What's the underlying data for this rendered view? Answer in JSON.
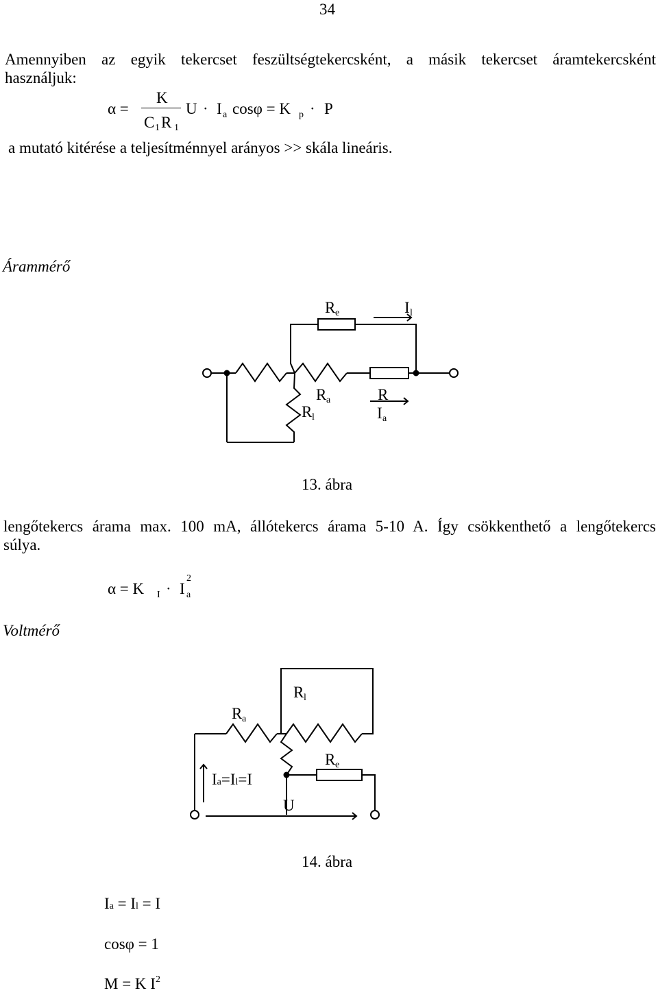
{
  "page_number": "34",
  "intro": {
    "line1": "Amennyiben az egyik tekercset feszültségtekercsként, a másik tekercset áramtekercsként",
    "line2": "használjuk:"
  },
  "formula1": {
    "alpha": "α =",
    "numerator": "K",
    "denominator_c": "C",
    "denominator_c_sub": "1",
    "denominator_r": "R",
    "denominator_r_sub": "1",
    "rhs_u": "U",
    "dot": "·",
    "rhs_i": "I",
    "rhs_i_sub": "a",
    "rhs_cos": "cosφ = K",
    "rhs_k_sub": "p",
    "rhs_p": "P"
  },
  "conclusion": "a mutató kitérése a teljesítménnyel arányos >> skála lineáris.",
  "ammeter": {
    "heading": "Árammérő",
    "labels": {
      "re": "R",
      "re_sub": "e",
      "il": "I",
      "il_sub": "l",
      "ra": "R",
      "ra_sub": "a",
      "r": "R",
      "rl": "R",
      "rl_sub": "l",
      "ia": "I",
      "ia_sub": "a"
    },
    "caption": "13. ábra"
  },
  "paragraph2": {
    "line1": "lengőtekercs árama max. 100 mA, állótekercs árama 5-10 A. Így csökkenthető a lengőtekercs",
    "line2": "súlya."
  },
  "formula2": {
    "alpha": "α = K",
    "k_sub": "I",
    "dot": "·",
    "i": "I",
    "i_sub": "a",
    "i_sup": "2"
  },
  "voltmeter": {
    "heading": "Voltmérő",
    "labels": {
      "rl": "R",
      "rl_sub": "l",
      "ra": "R",
      "ra_sub": "a",
      "re": "R",
      "re_sub": "e",
      "current": "I",
      "current_a": "a",
      "current_eq1": "=I",
      "current_l": "l",
      "current_eq2": "=I",
      "u": "U"
    },
    "caption": "14. ábra"
  },
  "equations": {
    "eq1_i": "I",
    "eq1_a": "a",
    "eq1_mid": " = I",
    "eq1_l": "l",
    "eq1_end": " = I",
    "eq2": "cosφ = 1",
    "eq3": "M = K I",
    "eq3_sup": "2"
  }
}
